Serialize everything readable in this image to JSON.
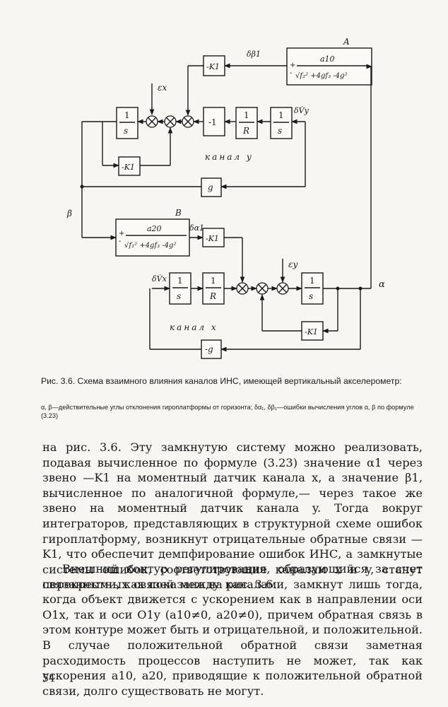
{
  "diagram": {
    "block_a_label": "A",
    "block_b_label": "B",
    "a_num": "a10",
    "a_den": "√f₂² +4gf₃ -4g²",
    "b_num": "a20",
    "b_den": "√f₁² +4gf₃ -4g²",
    "sign_plus": "+",
    "sign_minus": "-",
    "gain_k1": "-K1",
    "gain_minus_one": "-1",
    "gain_g": "g",
    "gain_minus_g": "-g",
    "one": "1",
    "s": "s",
    "r": "R",
    "label_delta_beta1": "δβ1",
    "label_delta_alpha1": "δα1",
    "label_delta_vy": "δV̇y",
    "label_delta_vx": "δV̇x",
    "label_eps_x": "εx",
    "label_eps_y": "εy",
    "label_beta": "β",
    "label_alpha": "α",
    "channel_y": "канал y",
    "channel_x": "канал x"
  },
  "caption": {
    "title": "Рис. 3.6. Схема взаимного влияния каналов ИНС, имеющей вертикальный акселерометр:",
    "note": "α, β—действительные углы отклонения гироплатформы от горизонта; δα₁, δβ₁—ошибки вычисления углов α, β по формуле (3.23)"
  },
  "body": {
    "paragraph1": "на рис. 3.6. Эту замкнутую систему можно реализовать, подавая вычисленное по формуле (3.23) значение α1 через звено —K1 на моментный датчик канала x, а значение β1, вычисленное по аналогичной формуле,— через такое же звено на моментный датчик канала y. Тогда вокруг интеграторов, представляющих в структурной схеме ошибок гироплатформу, возникнут отрицательные обратные связи —K1, что обеспечит демпфирование ошибок ИНС, а замкнутые системы ошибок, соответствующие каналам x и y, станут связанными, как показано на рис. 3.6.",
    "paragraph2": "Внешний контур регулирования, образующийся за счет перекрестных связей между каналами, замкнут лишь тогда, когда объект движется с ускорением как в направлении оси O1x, так и оси O1y (a10≠0, a20≠0), причем обратная связь в этом контуре может быть и отрицательной, и положительной. В случае положительной обратной связи заметная расходимость процессов наступить не может, так как ускорения a10, a20, приводящие к положительной обратной связи, долго существовать не могут."
  },
  "page_number": "54"
}
